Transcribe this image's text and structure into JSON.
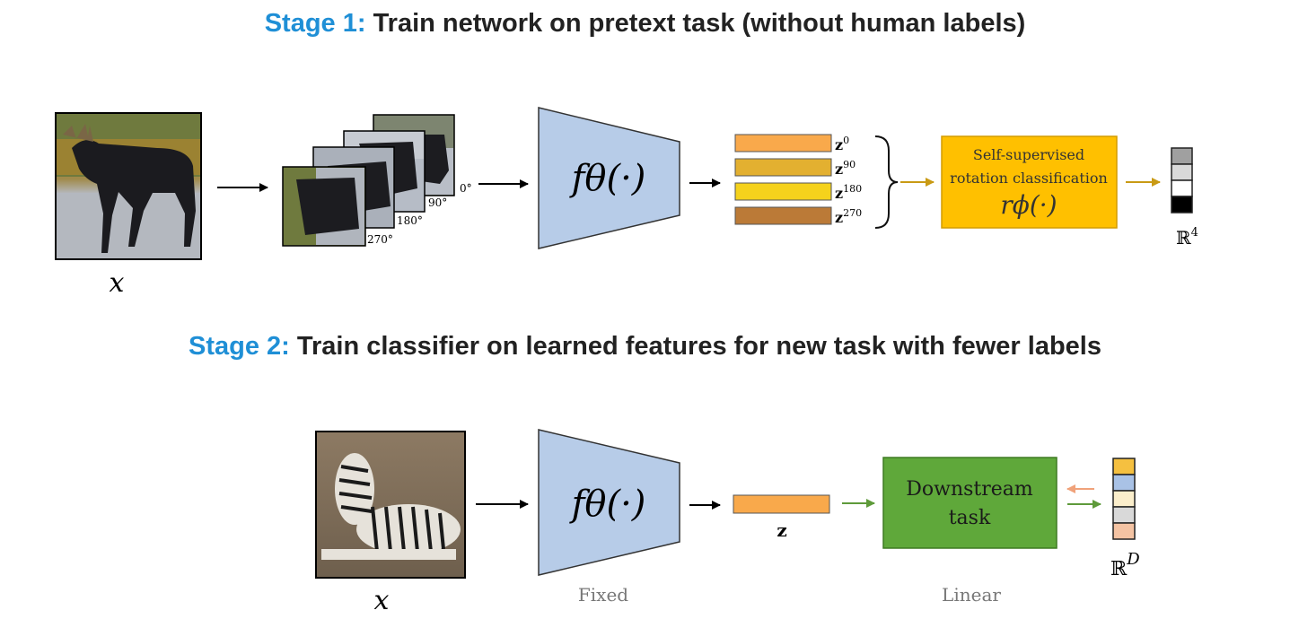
{
  "stage1": {
    "prefix": "Stage 1:",
    "text": " Train network on pretext task (without human labels)",
    "input_label": "x",
    "rotation_labels": [
      "0°",
      "90°",
      "180°",
      "270°"
    ],
    "encoder_label": "fθ(·)",
    "feature_labels": [
      "0",
      "90",
      "180",
      "270"
    ],
    "feature_base": "z",
    "feature_colors": [
      "#f9a94b",
      "#e3b030",
      "#f5d21c",
      "#bb7a37"
    ],
    "classifier_line1": "Self-supervised",
    "classifier_line2": "rotation classification",
    "classifier_math": "rϕ(·)",
    "classifier_color": "#ffc000",
    "output_label": "ℝ",
    "output_sup": "4",
    "output_cells": [
      "#a0a0a0",
      "#d9d9d9",
      "#ffffff",
      "#000000"
    ],
    "arrow_color": "#c99a14",
    "input_icon": "moose-photo",
    "rotation_icon": "rotated-moose-photos"
  },
  "stage2": {
    "prefix": "Stage 2:",
    "text": " Train classifier on learned features for new task with fewer labels",
    "input_label": "x",
    "encoder_label": "fθ(·)",
    "encoder_caption": "Fixed",
    "feature_label": "z",
    "feature_color": "#f9a94b",
    "head_line1": "Downstream",
    "head_line2": "task",
    "head_caption": "Linear",
    "head_color": "#5fa83a",
    "output_label": "ℝ",
    "output_sup": "D",
    "output_cells": [
      "#f5c040",
      "#a9c2e6",
      "#fbeecb",
      "#d9d9d9",
      "#f4c3a3"
    ],
    "forward_arrow_color": "#5e9a3a",
    "backward_arrow_color": "#f0a27a",
    "input_icon": "zebra-photo"
  }
}
